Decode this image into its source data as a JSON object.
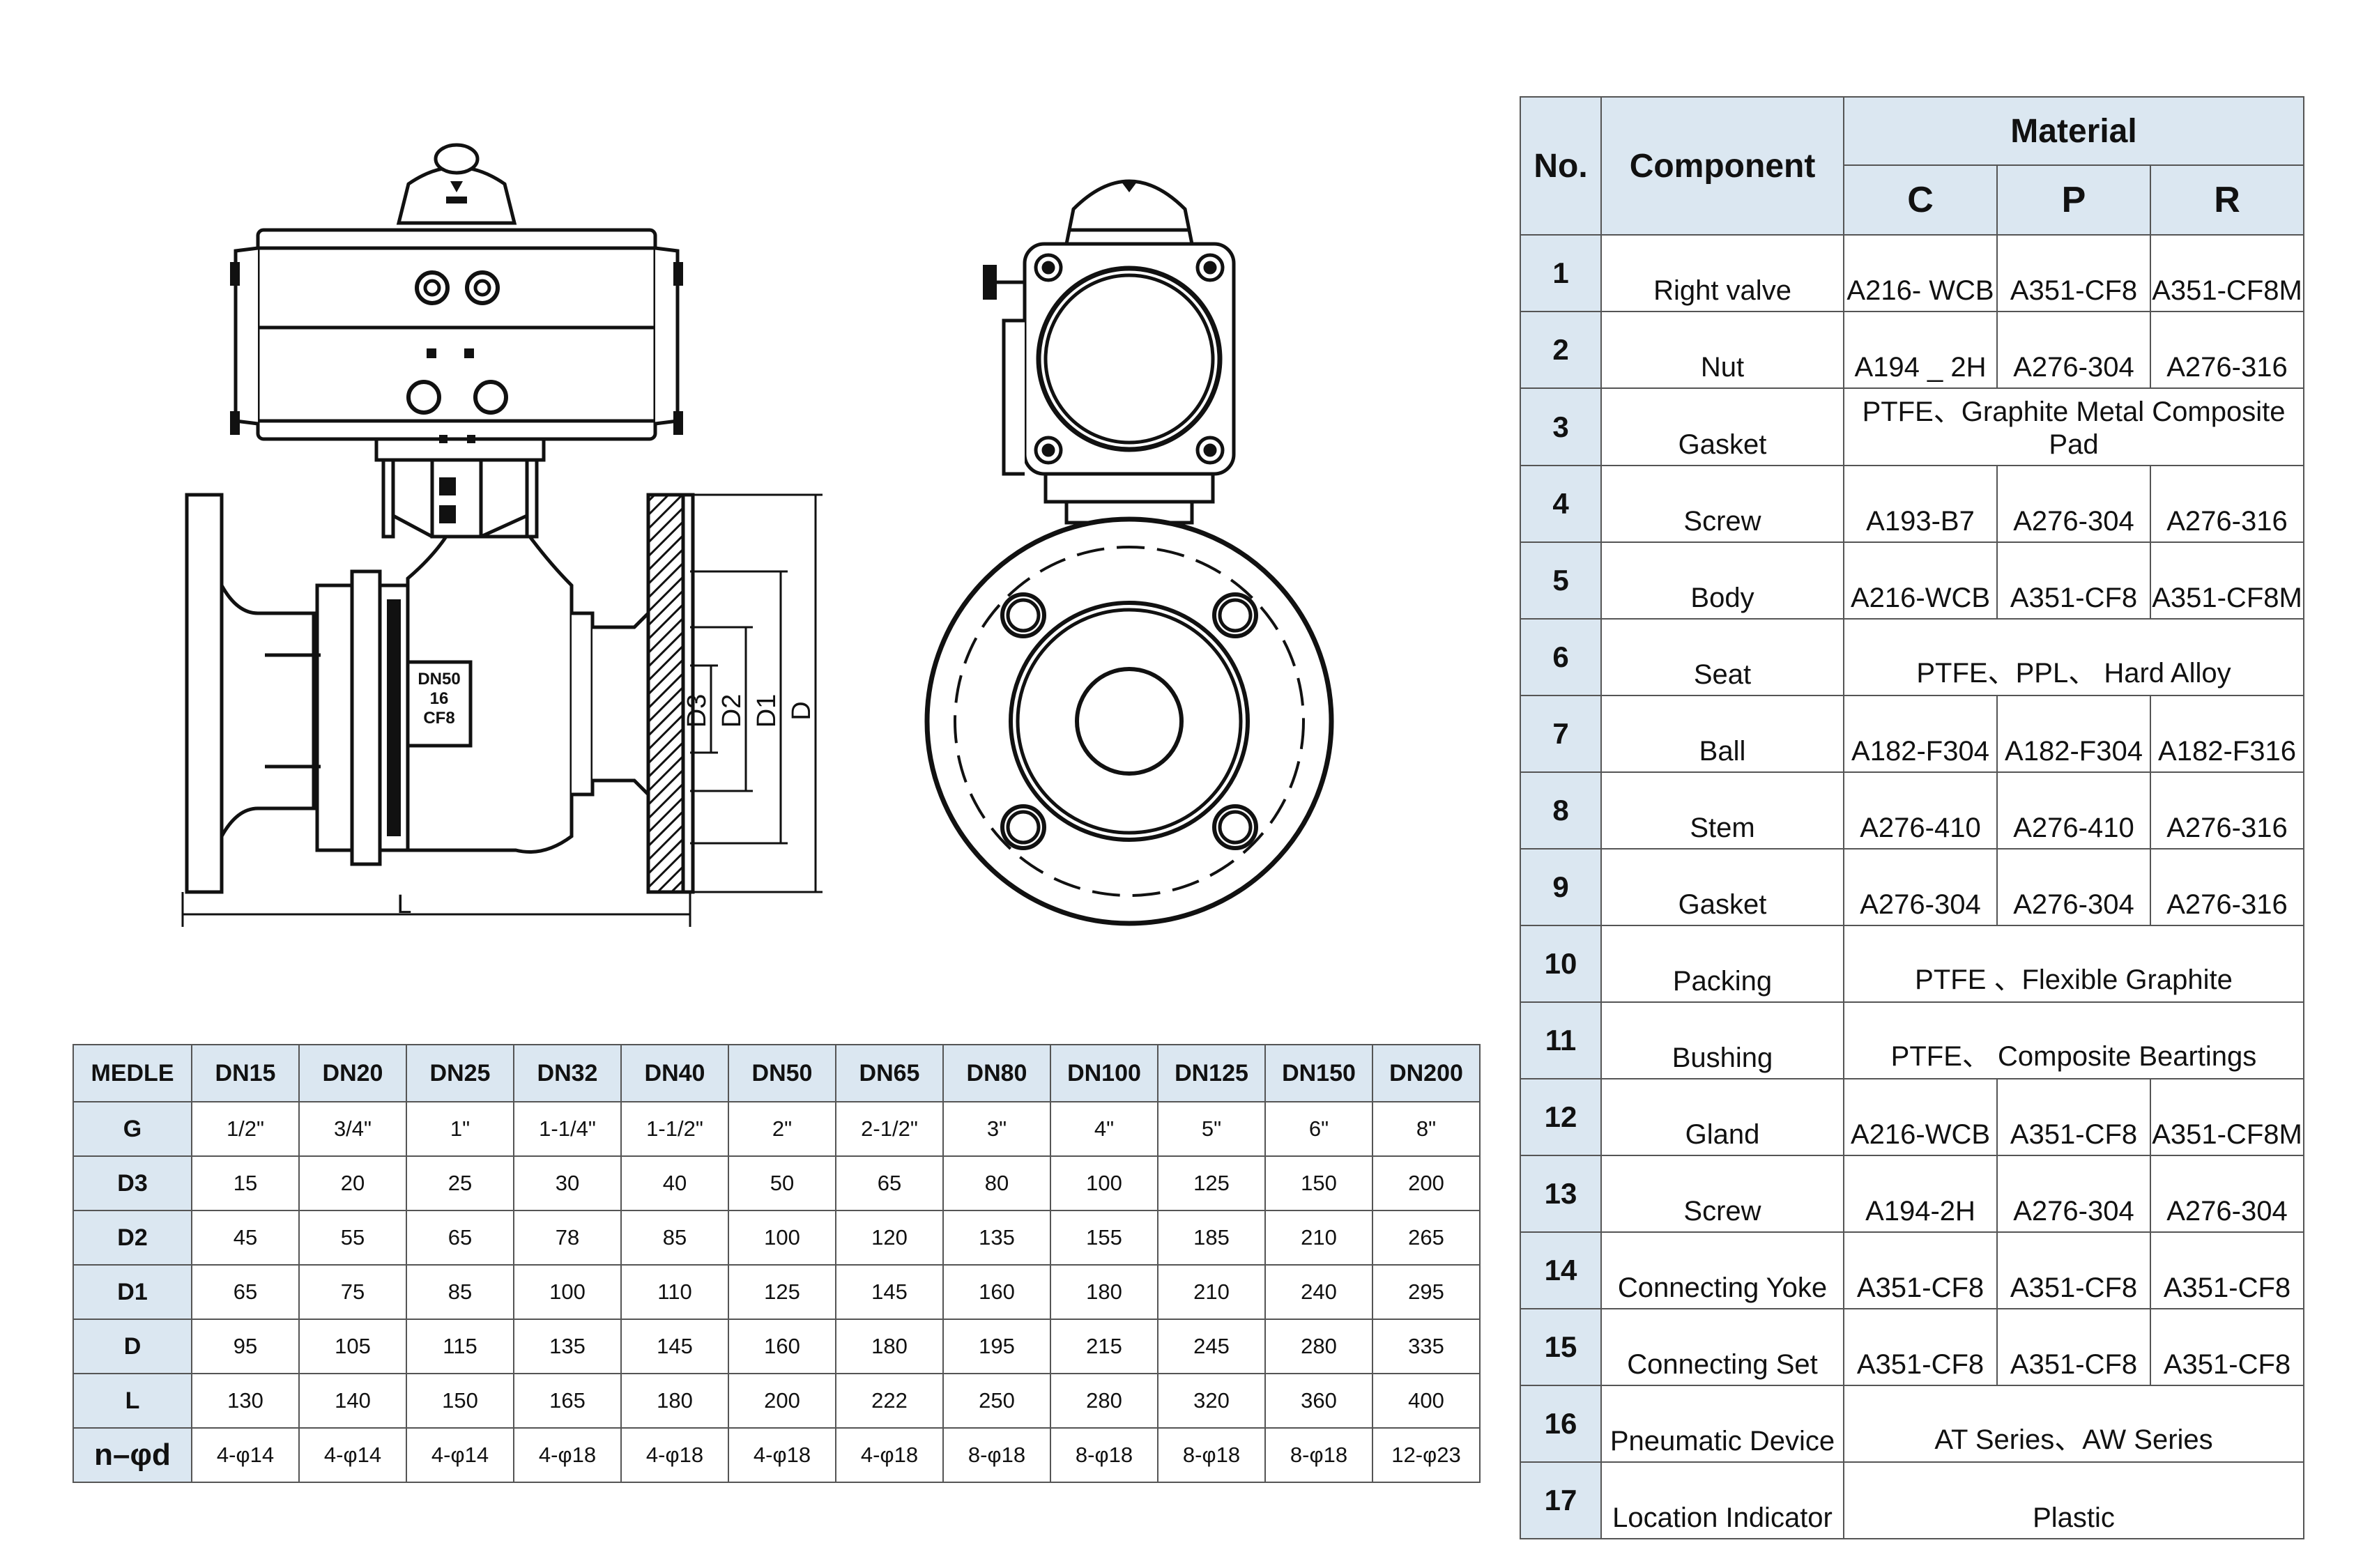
{
  "drawing": {
    "side_view": {
      "body_marking": [
        "DN50",
        "16",
        "CF8"
      ],
      "dimension_labels": [
        "D3",
        "D2",
        "D1",
        "D",
        "L"
      ]
    }
  },
  "dimension_table": {
    "header": [
      "MEDLE",
      "DN15",
      "DN20",
      "DN25",
      "DN32",
      "DN40",
      "DN50",
      "DN65",
      "DN80",
      "DN100",
      "DN125",
      "DN150",
      "DN200"
    ],
    "rows": [
      {
        "label": "G",
        "values": [
          "1/2\"",
          "3/4\"",
          "1\"",
          "1-1/4\"",
          "1-1/2\"",
          "2\"",
          "2-1/2\"",
          "3\"",
          "4\"",
          "5\"",
          "6\"",
          "8\""
        ]
      },
      {
        "label": "D3",
        "values": [
          "15",
          "20",
          "25",
          "30",
          "40",
          "50",
          "65",
          "80",
          "100",
          "125",
          "150",
          "200"
        ]
      },
      {
        "label": "D2",
        "values": [
          "45",
          "55",
          "65",
          "78",
          "85",
          "100",
          "120",
          "135",
          "155",
          "185",
          "210",
          "265"
        ]
      },
      {
        "label": "D1",
        "values": [
          "65",
          "75",
          "85",
          "100",
          "110",
          "125",
          "145",
          "160",
          "180",
          "210",
          "240",
          "295"
        ]
      },
      {
        "label": "D",
        "values": [
          "95",
          "105",
          "115",
          "135",
          "145",
          "160",
          "180",
          "195",
          "215",
          "245",
          "280",
          "335"
        ]
      },
      {
        "label": "L",
        "values": [
          "130",
          "140",
          "150",
          "165",
          "180",
          "200",
          "222",
          "250",
          "280",
          "320",
          "360",
          "400"
        ]
      },
      {
        "label": "n–φd",
        "values": [
          "4-φ14",
          "4-φ14",
          "4-φ14",
          "4-φ18",
          "4-φ18",
          "4-φ18",
          "4-φ18",
          "8-φ18",
          "8-φ18",
          "8-φ18",
          "8-φ18",
          "12-φ23"
        ]
      }
    ]
  },
  "material_table": {
    "header": {
      "no": "No.",
      "component": "Component",
      "material": "Material",
      "grades": [
        "C",
        "P",
        "R"
      ]
    },
    "rows": [
      {
        "no": "1",
        "component": "Right valve",
        "c": "A216- WCB",
        "p": "A351-CF8",
        "r": "A351-CF8M"
      },
      {
        "no": "2",
        "component": "Nut",
        "c": "A194 _ 2H",
        "p": "A276-304",
        "r": "A276-316"
      },
      {
        "no": "3",
        "component": "Gasket",
        "span": "PTFE、Graphite Metal Composite Pad"
      },
      {
        "no": "4",
        "component": "Screw",
        "c": "A193-B7",
        "p": "A276-304",
        "r": "A276-316"
      },
      {
        "no": "5",
        "component": "Body",
        "c": "A216-WCB",
        "p": "A351-CF8",
        "r": "A351-CF8M"
      },
      {
        "no": "6",
        "component": "Seat",
        "span": "PTFE、PPL、 Hard Alloy"
      },
      {
        "no": "7",
        "component": "Ball",
        "c": "A182-F304",
        "p": "A182-F304",
        "r": "A182-F316"
      },
      {
        "no": "8",
        "component": "Stem",
        "c": "A276-410",
        "p": "A276-410",
        "r": "A276-316"
      },
      {
        "no": "9",
        "component": "Gasket",
        "c": "A276-304",
        "p": "A276-304",
        "r": "A276-316"
      },
      {
        "no": "10",
        "component": "Packing",
        "span": "PTFE 、Flexible Graphite"
      },
      {
        "no": "11",
        "component": "Bushing",
        "span": "PTFE、 Composite Beartings"
      },
      {
        "no": "12",
        "component": "Gland",
        "c": "A216-WCB",
        "p": "A351-CF8",
        "r": "A351-CF8M"
      },
      {
        "no": "13",
        "component": "Screw",
        "c": "A194-2H",
        "p": "A276-304",
        "r": "A276-304"
      },
      {
        "no": "14",
        "component": "Connecting Yoke",
        "c": "A351-CF8",
        "p": "A351-CF8",
        "r": "A351-CF8"
      },
      {
        "no": "15",
        "component": "Connecting Set",
        "c": "A351-CF8",
        "p": "A351-CF8",
        "r": "A351-CF8"
      },
      {
        "no": "16",
        "component": "Pneumatic Device",
        "span": "AT Series、AW Series"
      },
      {
        "no": "17",
        "component": "Location Indicator",
        "span": "Plastic"
      }
    ]
  }
}
